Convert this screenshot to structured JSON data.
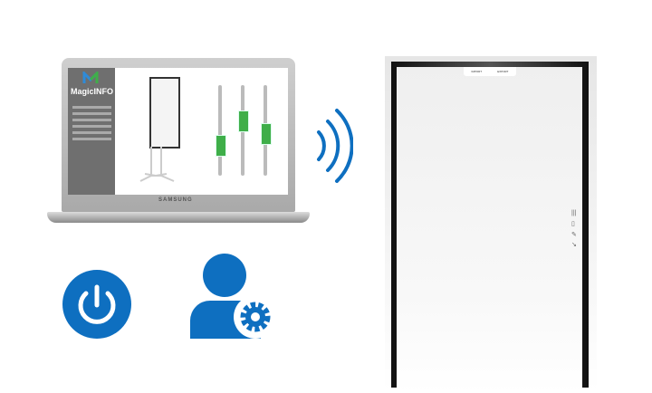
{
  "laptop": {
    "app_name": "MagicINFO",
    "brand": "SAMSUNG",
    "slider_levels": [
      0.35,
      0.65,
      0.5
    ]
  },
  "display": {
    "toolbar": {
      "import_label": "IMPORT",
      "export_label": "EXPORT"
    },
    "side_icons": [
      "menu-icon",
      "bookmark-icon",
      "pen-icon",
      "eraser-icon"
    ]
  },
  "colors": {
    "accent": "#0e6fc0",
    "slider": "#3fae49"
  }
}
